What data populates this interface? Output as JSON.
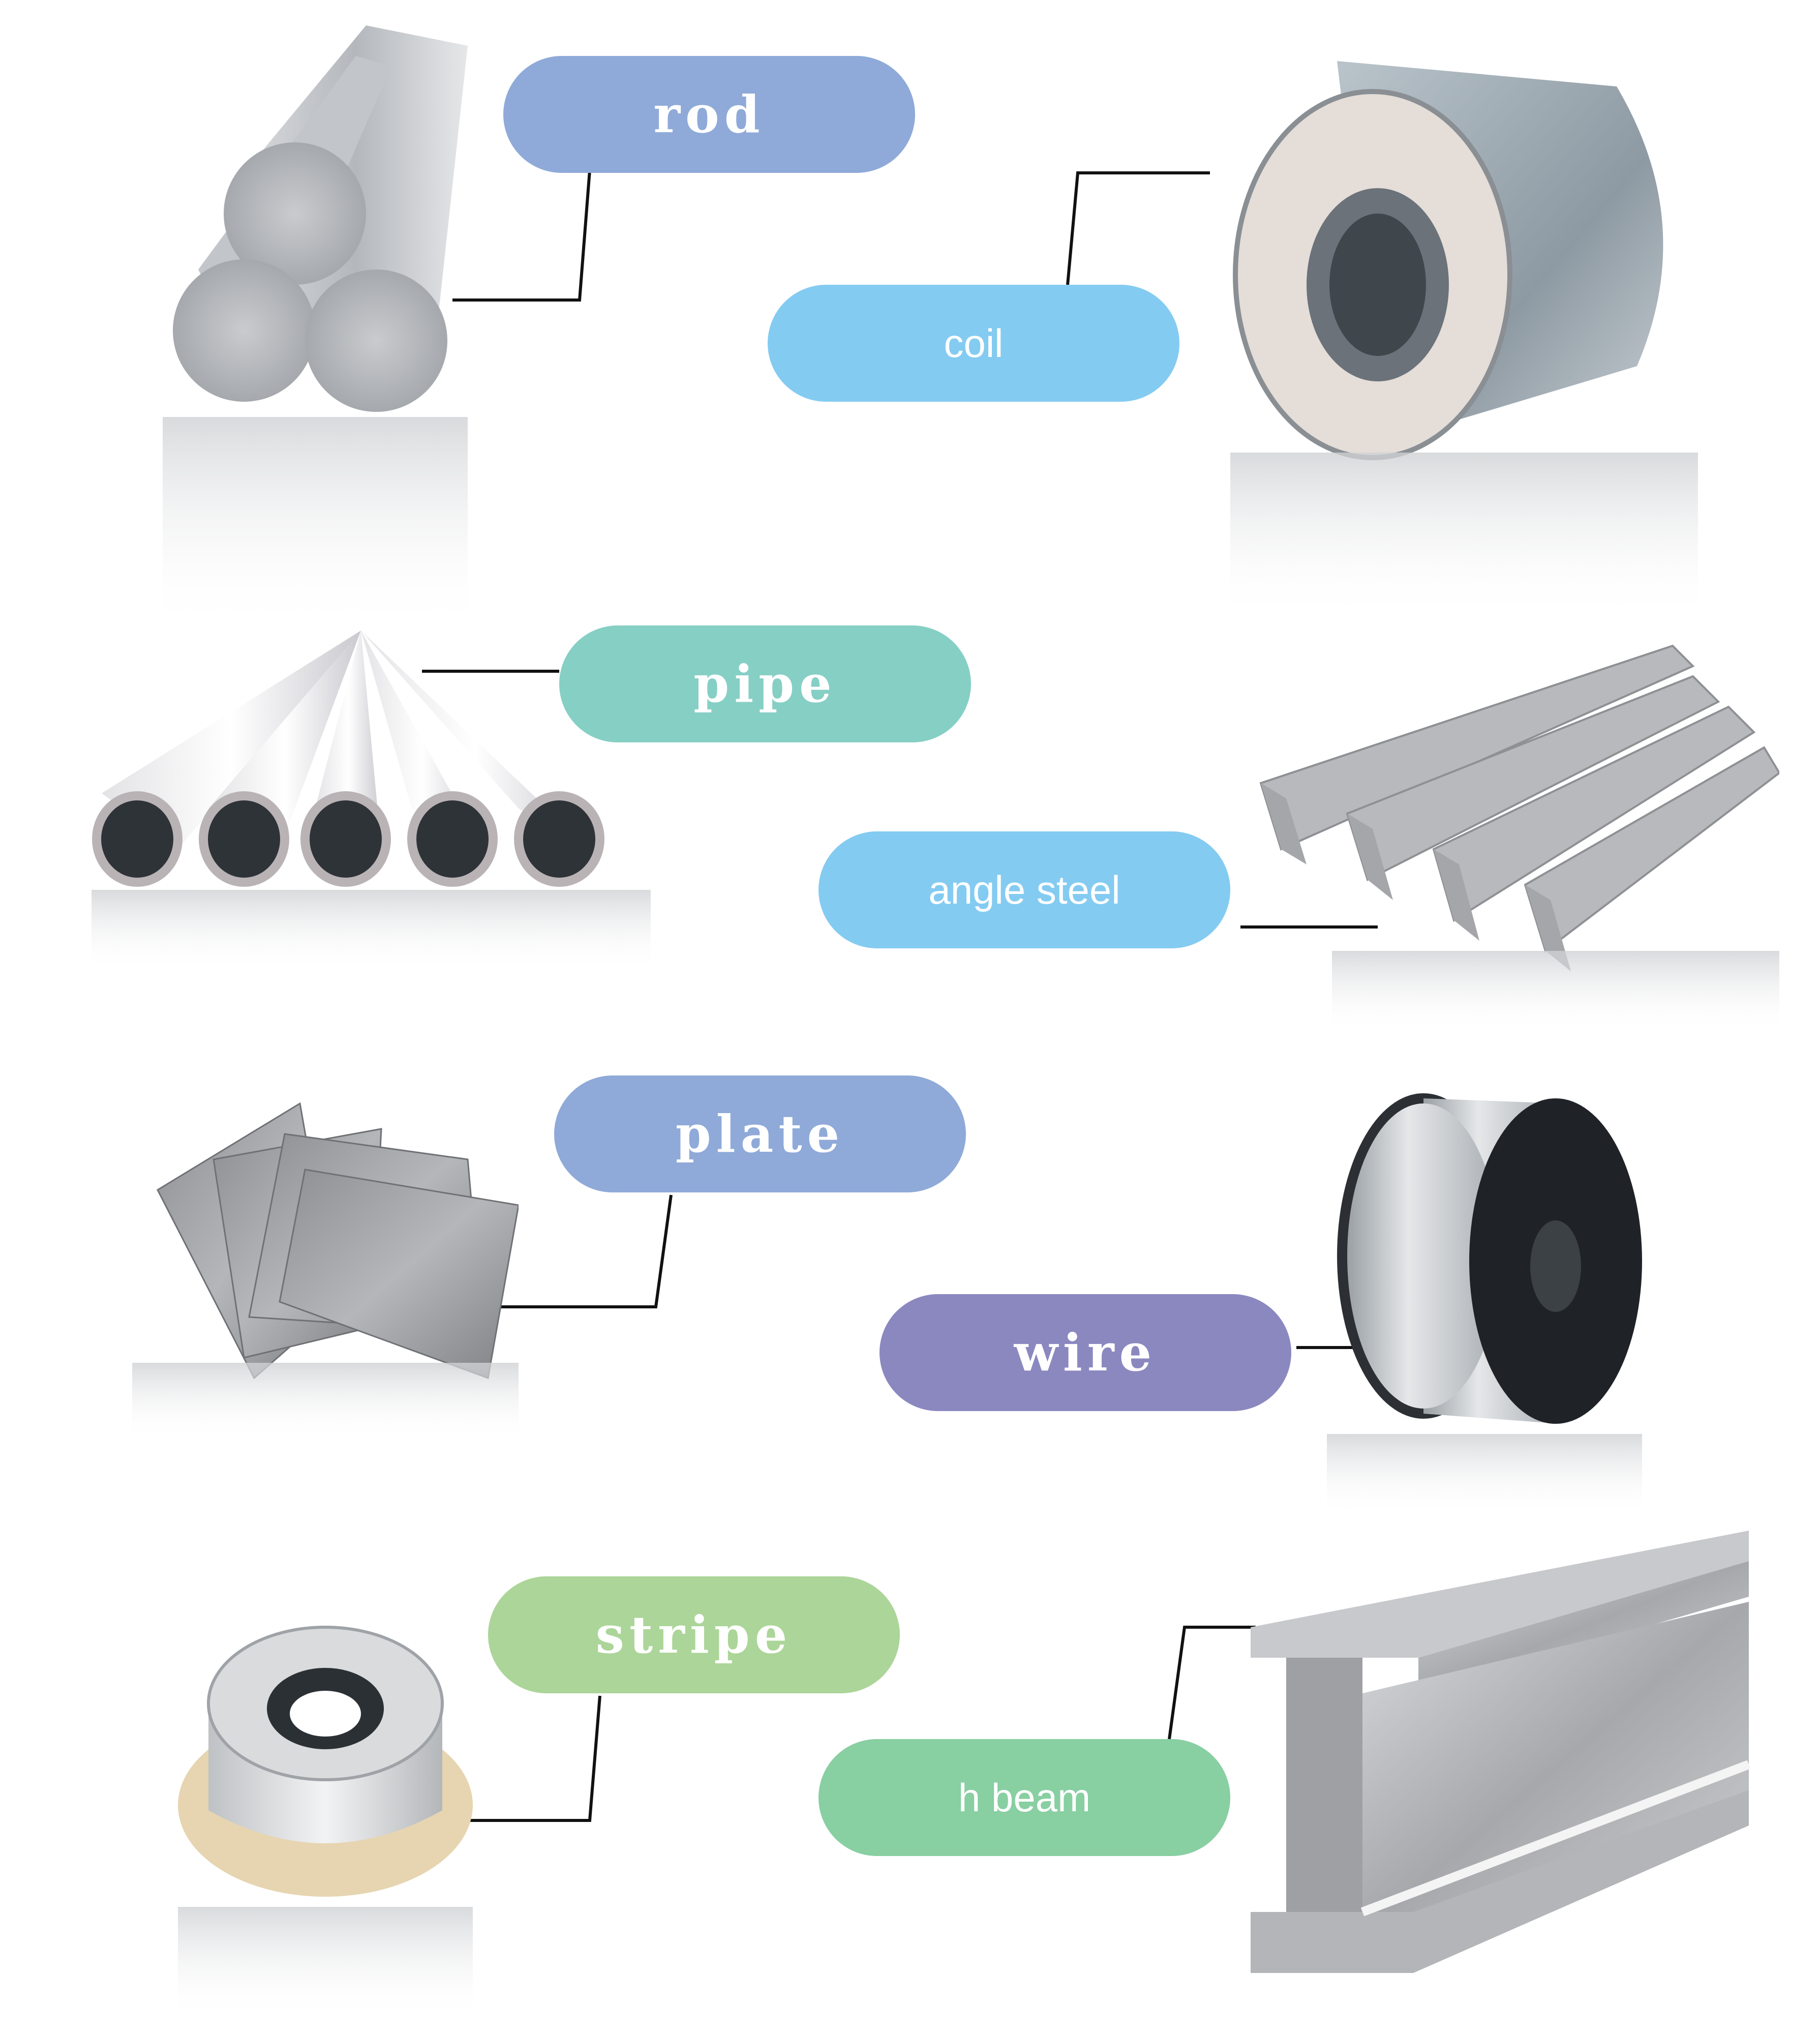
{
  "products": [
    {
      "id": "rod",
      "label": "rod",
      "color": "#8faad8"
    },
    {
      "id": "coil",
      "label": "coil",
      "color": "#84cbf1"
    },
    {
      "id": "pipe",
      "label": "pipe",
      "color": "#86cfc5"
    },
    {
      "id": "angle-steel",
      "label": "angle steel",
      "color": "#84cbf1"
    },
    {
      "id": "plate",
      "label": "plate",
      "color": "#8faad8"
    },
    {
      "id": "wire",
      "label": "wire",
      "color": "#8b88c0"
    },
    {
      "id": "stripe",
      "label": "stripe",
      "color": "#acd599"
    },
    {
      "id": "h-beam",
      "label": "h beam",
      "color": "#88cfa2"
    }
  ]
}
